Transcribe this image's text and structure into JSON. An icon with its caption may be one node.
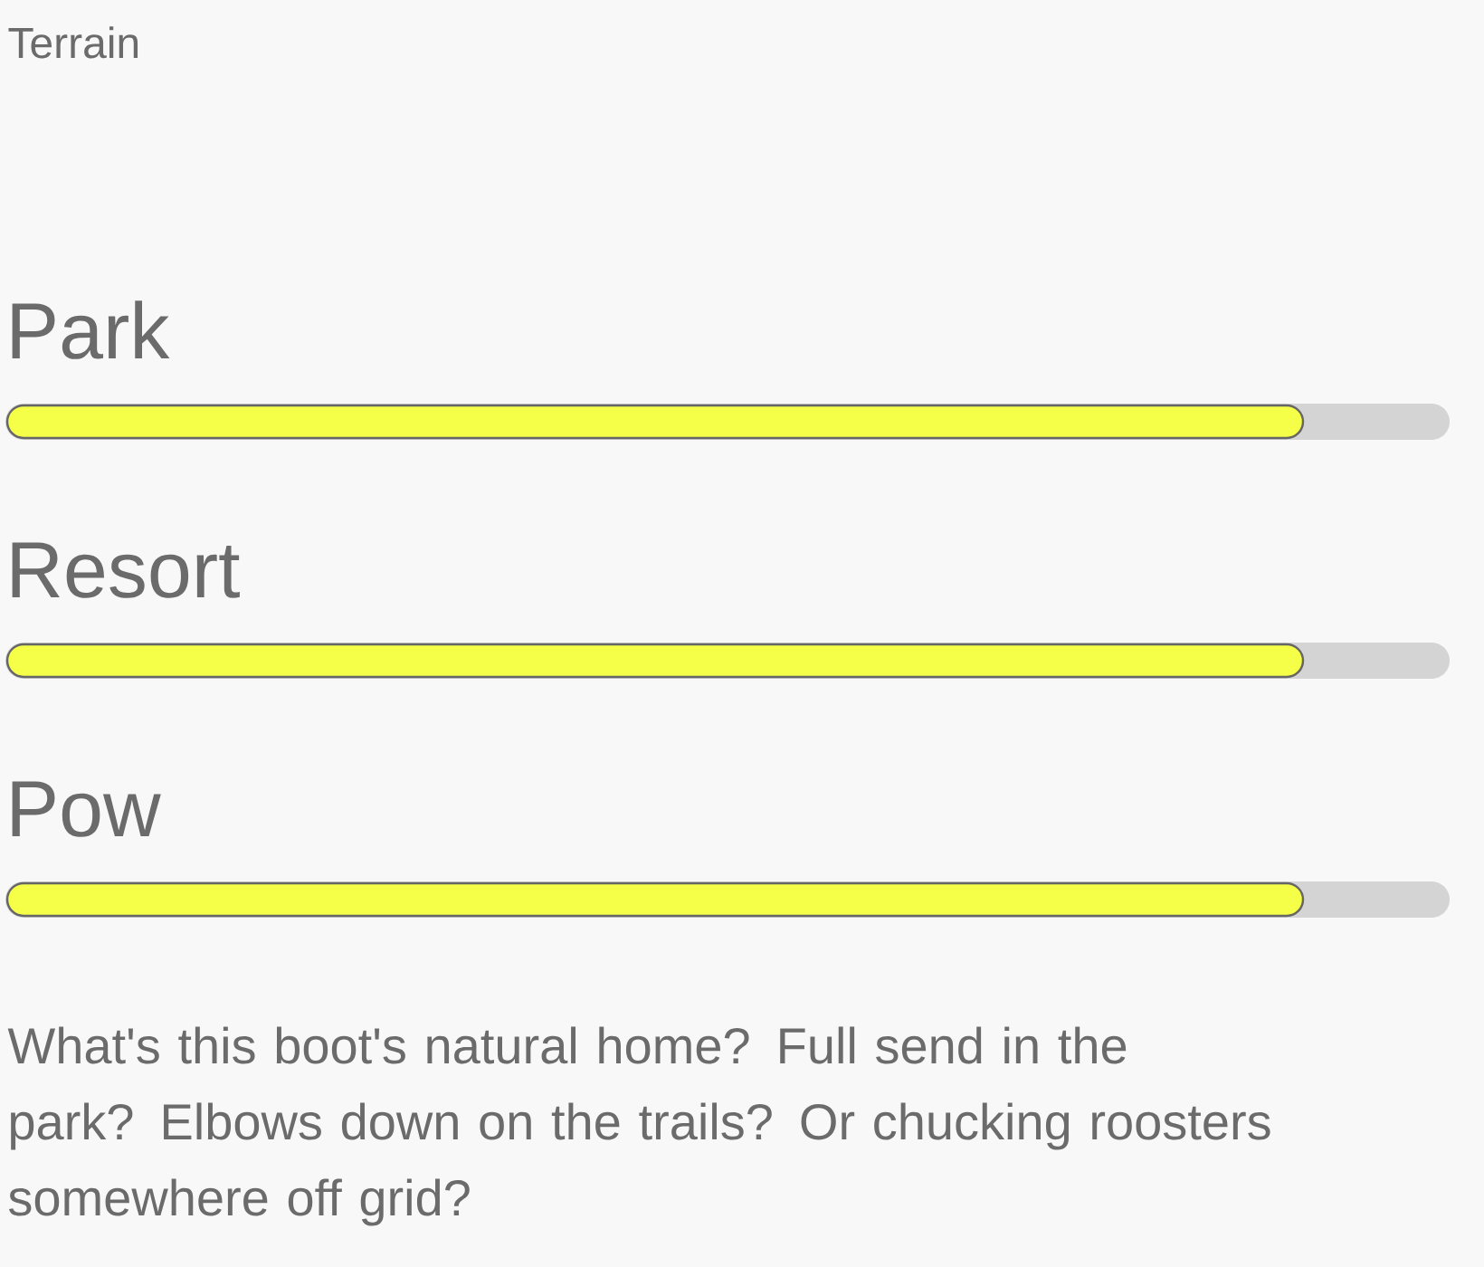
{
  "diagram": {
    "labels": [
      "Terrain",
      "Park",
      "Resort",
      "Pow",
      "What's this boot's natural home? Full send in the park? Elbows down on the trails? Or chucking roosters somewhere off grid?"
    ]
  }
}
